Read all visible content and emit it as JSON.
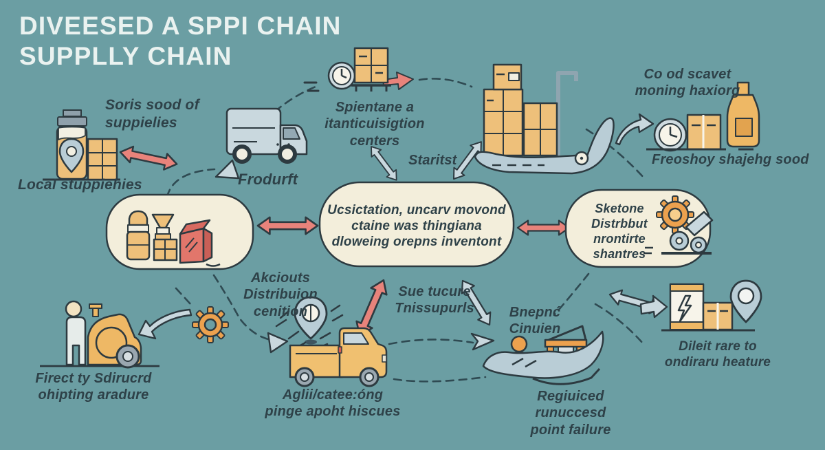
{
  "title": "DIVEESED A SPPI CHAIN\nSUPPLLY CHAIN",
  "labels": {
    "suppliers_note": "Soris sood of\nsuppielies",
    "local_suppliers": "Local stuppiehies",
    "product": "Frodurft",
    "distribution_centers": "Spientane a\nitanticuisigtion\ncenters",
    "transit": "Staritst",
    "cold_storage": "Co od scavet\nmoning haxiorg",
    "fresh_goods": "Freoshoy shajehg sood",
    "center_statement": "Ucsictation, uncarv movond\nctaine was thingiana\ndloweing orepns inventont",
    "distributor": "Sketone\nDistrbbut\nnrontirte\nshantres",
    "alt_distribution": "Akciouts\nDistribuion\ncenition",
    "secure_transport": "Sue tucure\nTnissupurls",
    "backup_courier": "Bnepnć\nCinuien",
    "reduced_failure": "Regiuiced runuccesd\npoint failure",
    "direct_to_store": "Dileit rare to\nondiraru heature",
    "direct_shipping": "Firect ty Sdirucrd\nohipting aradure",
    "alternate_routes": "Aglii/catee:óng\npinge apoht hiscues"
  },
  "icons": {
    "local-supplier-icon": "jar-with-location-pin-and-boxes",
    "delivery-van-icon": "box-van",
    "pallet-clock-icon": "clock-with-stacked-boxes",
    "cargo-ship-icon": "ship-with-containers",
    "cold-goods-icon": "clock-box-bottle",
    "warehouse-goods-icon": "bottles-and-boxes-in-bubble",
    "distributor-machine-icon": "gear-with-conveyor",
    "gear-icon": "cog",
    "location-pin-icon": "map-pin-with-motion-dashes",
    "pickup-truck-icon": "pickup-truck",
    "supply-boat-icon": "boat-with-person-and-cabin",
    "farm-tractor-icon": "person-with-tractor",
    "express-delivery-icon": "lightning-box-with-pin"
  },
  "colors": {
    "background": "#6B9EA3",
    "bubble": "#F3EEDB",
    "outline": "#2D3A40",
    "box_tan": "#EEC07A",
    "accent_orange": "#ECA14E",
    "arrow_red": "#E8837B",
    "arrow_gray": "#C9D8DE",
    "icon_blue_gray": "#B9CDD6",
    "text_dark": "#2E4148",
    "title_white": "#EAF2F0"
  }
}
